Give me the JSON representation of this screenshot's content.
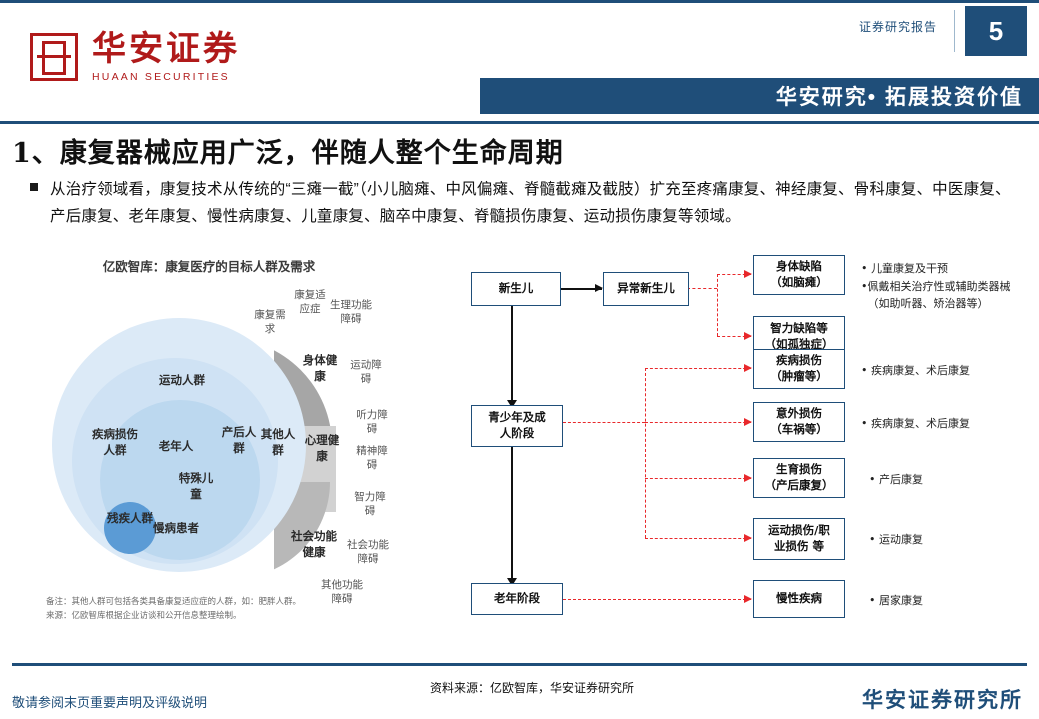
{
  "header": {
    "report_type": "证券研究报告",
    "page_number": "5",
    "logo_cn": "华安证券",
    "logo_en": "HUAAN SECURITIES",
    "brand_band": "华安研究• 拓展投资价值"
  },
  "title": "1、康复器械应用广泛，伴随人整个生命周期",
  "bullet": "从治疗领域看，康复技术从传统的“三瘫一截”（小儿脑瘫、中风偏瘫、脊髓截瘫及截肢）扩充至疼痛康复、神经康复、骨科康复、中医康复、产后康复、老年康复、慢性病康复、儿童康复、脑卒中康复、脊髓损伤康复、运动损伤康复等领域。",
  "infographic": {
    "title": "亿欧智库：康复医疗的目标人群及需求",
    "labels": {
      "rehab_need": "康复需求",
      "rehab_indication": "康复适应症",
      "physio_disorder": "生理功能障碍",
      "body_health": "身体健康",
      "motor_disorder": "运动障碍",
      "hearing_disorder": "听力障碍",
      "mental_health": "心理健康",
      "mental_disorder": "精神障碍",
      "intellect_disorder": "智力障碍",
      "social_health": "社会功能健康",
      "social_disorder": "社会功能障碍",
      "other_disorder": "其他功能障碍",
      "sports_group": "运动人群",
      "disease_injury_group": "疾病损伤人群",
      "elderly": "老年人",
      "postpartum_group": "产后人群",
      "other_group": "其他人群",
      "special_children": "特殊儿童",
      "chronic_patients": "慢病患者",
      "disabled_group": "残疾人群"
    },
    "note_line1": "备注：其他人群可包括各类具备康复适应症的人群，如：肥胖人群。",
    "note_line2": "来源：亿欧智库根据企业访谈和公开信息整理绘制。"
  },
  "flow": {
    "nodes": {
      "newborn": "新生儿",
      "abnormal_newborn": "异常新生儿",
      "physical_defect": "身体缺陷\n（如脑瘫）",
      "intellect_defect": "智力缺陷等\n（如孤独症）",
      "youth_adult": "青少年及成\n人阶段",
      "disease_injury": "疾病损伤\n（肿瘤等）",
      "accident_injury": "意外损伤\n（车祸等）",
      "birth_injury": "生育损伤\n（产后康复）",
      "sports_occupation_injury": "运动损伤/职\n业损伤 等",
      "elderly_stage": "老年阶段",
      "chronic_disease": "慢性疾病"
    },
    "bullets": {
      "b1_line1": "儿童康复及干预",
      "b1_line2": "佩戴相关治疗性或辅助类器械（如助听器、矫治器等）",
      "b2": "疾病康复、术后康复",
      "b3": "疾病康复、术后康复",
      "b4": "产后康复",
      "b5": "运动康复",
      "b6": "居家康复"
    }
  },
  "footer": {
    "source": "资料来源：亿欧智库，华安证券研究所",
    "left_note": "敬请参阅末页重要声明及评级说明",
    "right_brand": "华安证券研究所"
  },
  "colors": {
    "brand_blue": "#1f4e79",
    "brand_red": "#b01a1a",
    "flow_red": "#e8282b"
  }
}
